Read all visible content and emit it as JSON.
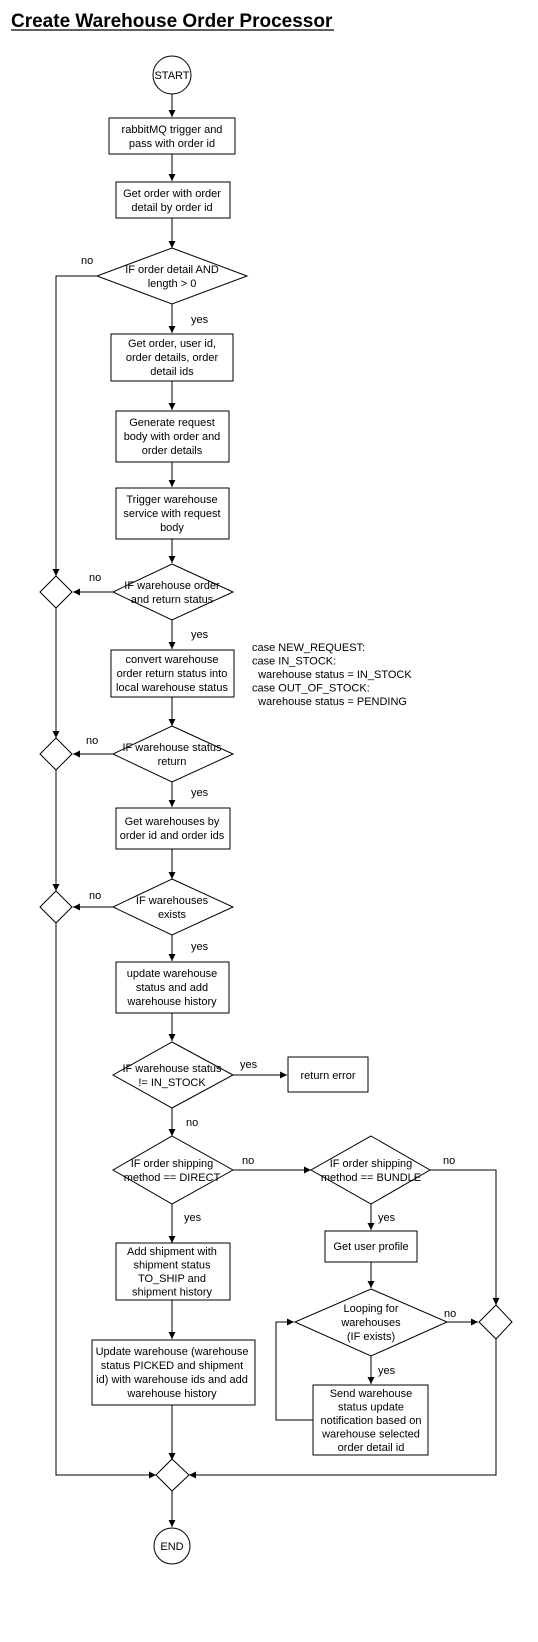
{
  "title": "Create Warehouse Order Processor",
  "nodes": {
    "start": "START",
    "n_rabbit": [
      "rabbitMQ trigger and",
      "pass with order id"
    ],
    "n_get_order": [
      "Get order with order",
      "detail by order id"
    ],
    "d_order_detail": [
      "IF order detail AND",
      "length > 0"
    ],
    "n_get_ids": [
      "Get order, user id,",
      "order details, order",
      "detail ids"
    ],
    "n_gen_body": [
      "Generate request",
      "body with order and",
      "order details"
    ],
    "n_trigger": [
      "Trigger warehouse",
      "service with request",
      "body"
    ],
    "d_wh_order": [
      "IF warehouse order",
      "and return status"
    ],
    "n_convert": [
      "convert warehouse",
      "order return status into",
      "local warehouse status"
    ],
    "d_wh_status": [
      "IF warehouse status",
      "return"
    ],
    "n_get_wh": [
      "Get warehouses by",
      "order id and order ids"
    ],
    "d_wh_exists": [
      "IF warehouses",
      "exists"
    ],
    "n_update": [
      "update warehouse",
      "status and add",
      "warehouse history"
    ],
    "d_not_instock": [
      "IF warehouse status",
      "!= IN_STOCK"
    ],
    "n_error": [
      "return error"
    ],
    "d_direct": [
      "IF order shipping",
      "method == DIRECT"
    ],
    "d_bundle": [
      "IF order shipping",
      "method == BUNDLE"
    ],
    "n_shipment": [
      "Add shipment with",
      "shipment status",
      "TO_SHIP and",
      "shipment history"
    ],
    "n_update_wh": [
      "Update warehouse (warehouse",
      "status PICKED and shipment",
      "id) with warehouse ids and add",
      "warehouse history"
    ],
    "n_profile": [
      "Get user profile"
    ],
    "d_loop": [
      "Looping for",
      "warehouses",
      "(IF exists)"
    ],
    "n_notify": [
      "Send warehouse",
      "status update",
      "notification based on",
      "warehouse selected",
      "order detail id"
    ],
    "end": "END"
  },
  "annotation": [
    "case NEW_REQUEST:",
    "case IN_STOCK:",
    "  warehouse status = IN_STOCK",
    "case OUT_OF_STOCK:",
    "  warehouse status = PENDING"
  ],
  "edge_labels": {
    "yes": "yes",
    "no": "no"
  }
}
